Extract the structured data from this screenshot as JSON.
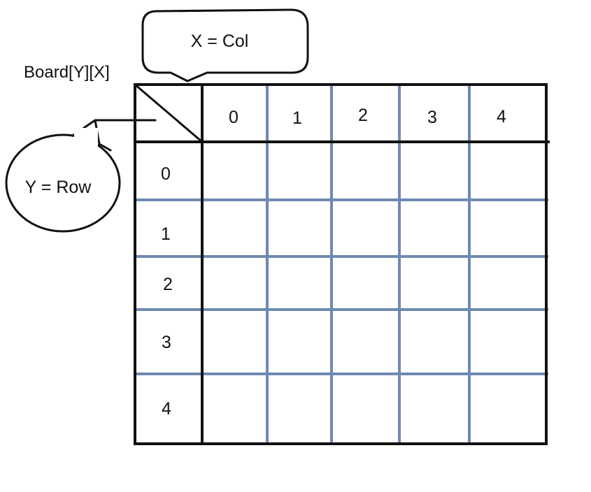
{
  "title": "Board[Y][X]",
  "x_callout": "X = Col",
  "y_callout": "Y = Row",
  "column_headers": [
    "0",
    "1",
    "2",
    "3",
    "4"
  ],
  "row_headers": [
    "0",
    "1",
    "2",
    "3",
    "4"
  ],
  "colors": {
    "outline": "#111111",
    "grid": "#6f89b1",
    "background": "#ffffff"
  }
}
